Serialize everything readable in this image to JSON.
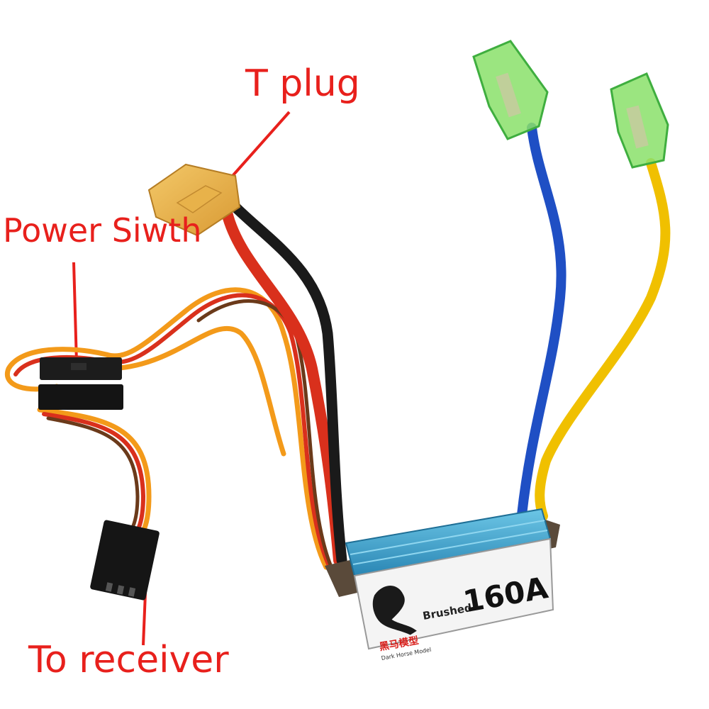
{
  "callouts": {
    "t_plug": "T plug",
    "power_switch": "Power Siwth",
    "to_receiver": "To receiver"
  },
  "esc_label": {
    "type": "Brushed",
    "rating": "160A",
    "brand_cn": "黑马模型",
    "brand_en": "Dark Horse Model"
  },
  "colors": {
    "callout": "#e8201c",
    "heatsink": "#3aa0c8",
    "wire_blue": "#1f4fc4",
    "wire_yellow": "#f0c000",
    "wire_red": "#d9301c",
    "wire_black": "#1a1a1a",
    "connector": "#e8b24a",
    "terminal_green": "#5ad05a"
  },
  "icons": [
    "horse-logo-icon"
  ]
}
